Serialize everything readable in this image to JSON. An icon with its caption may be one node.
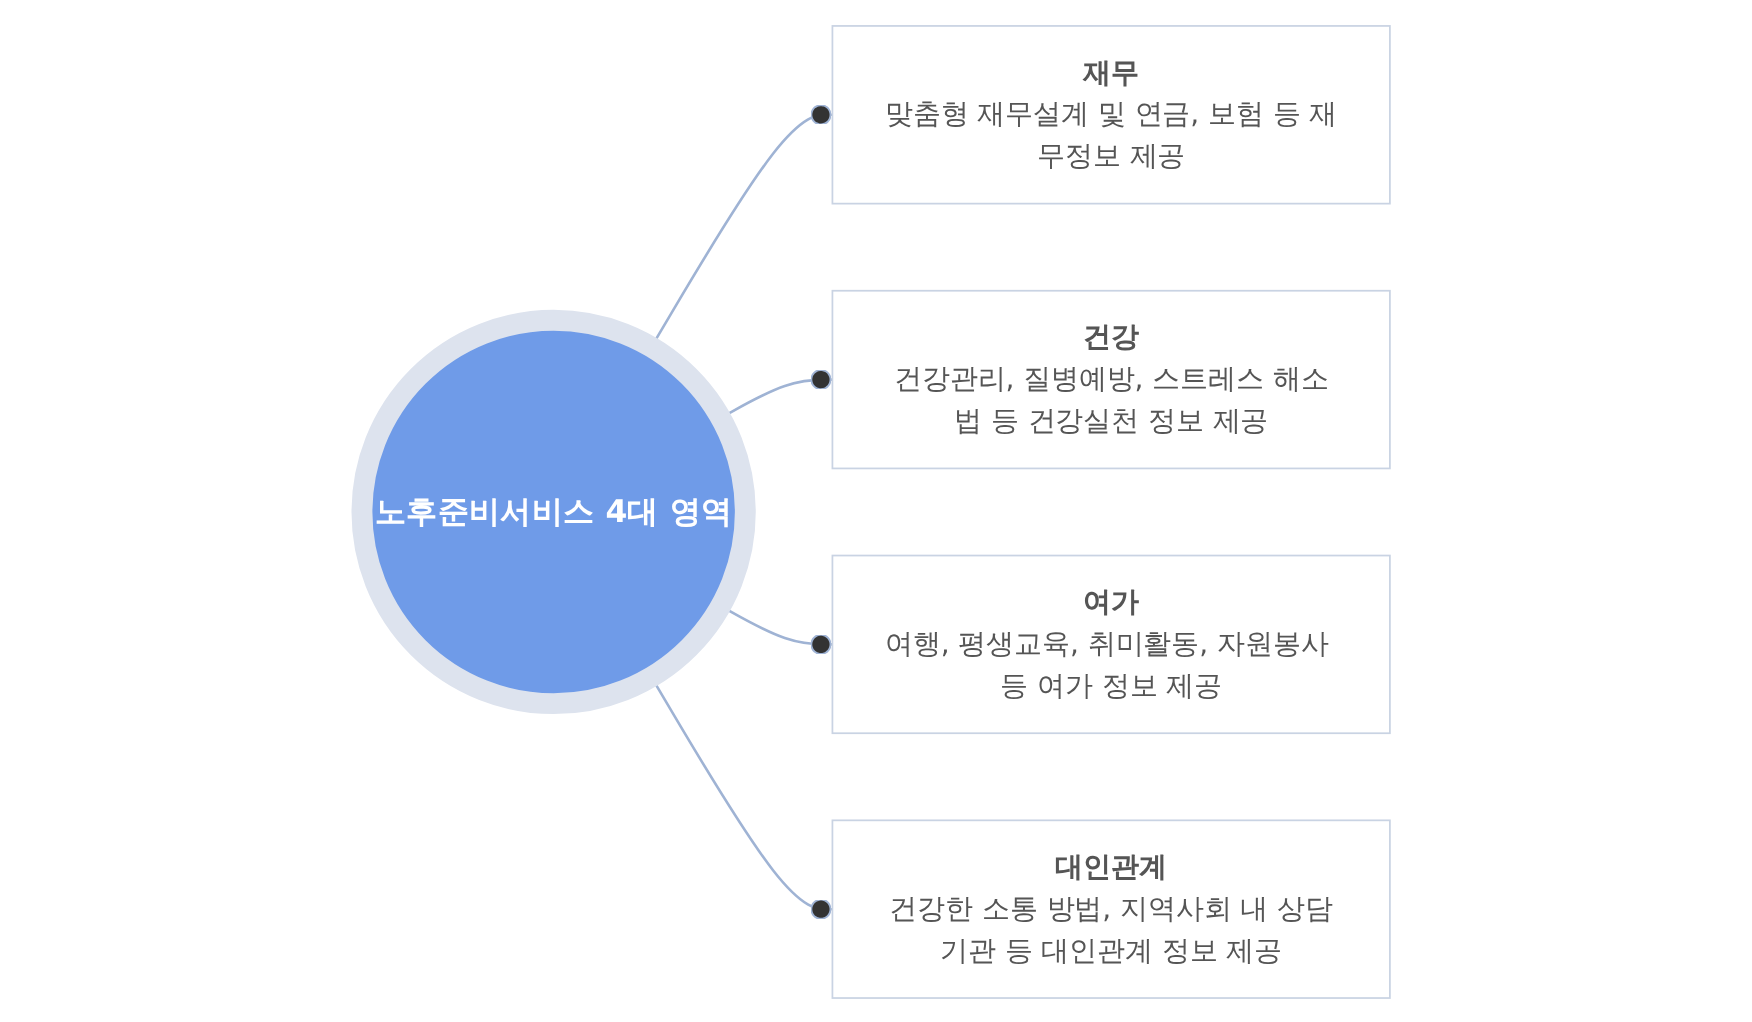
{
  "diagram": {
    "nodes": [
      {
        "text": [
          "노후준비서비스 4대 영역"
        ]
      },
      {
        "text": [
          "재무",
          "맞춤형 재무설계 및 연금, 보험 등 재무정보 제공"
        ]
      },
      {
        "text": [
          "건강",
          "건강관리, 질병예방, 스트레스 해소법 등 건강실천 정보 제공"
        ]
      },
      {
        "text": [
          "여가",
          "여행, 평생교육, 취미활동, 자원봉사 등 여가 정보 제공"
        ]
      },
      {
        "text": [
          "대인관계",
          "건강한 소통 방법, 지역사회 내 상담기관 등 대인관계 정보 제공"
        ]
      }
    ],
    "edges": [
      {
        "from": 0,
        "to": 1,
        "arrow": "other"
      },
      {
        "from": 0,
        "to": 2,
        "arrow": "other"
      },
      {
        "from": 0,
        "to": 3,
        "arrow": "other"
      },
      {
        "from": 0,
        "to": 4,
        "arrow": "other"
      }
    ]
  }
}
